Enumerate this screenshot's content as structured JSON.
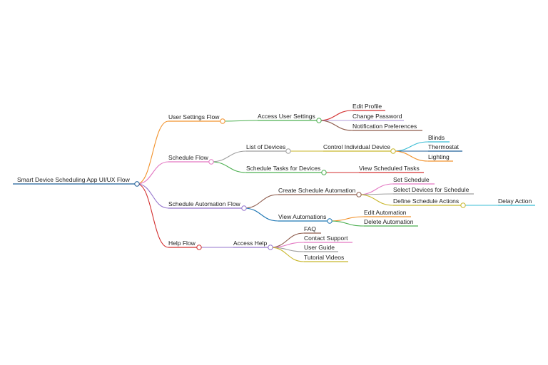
{
  "root": {
    "label": "Smart Device Scheduling App UI/UX Flow",
    "color": "#1f5f99",
    "children": [
      {
        "label": "User Settings Flow",
        "color": "#f2922c",
        "children": [
          {
            "label": "Access User Settings",
            "color": "#4caf50",
            "children": [
              {
                "label": "Edit Profile",
                "color": "#d32f2f"
              },
              {
                "label": "Change Password",
                "color": "#b39ddb"
              },
              {
                "label": "Notification Preferences",
                "color": "#8d5a4a"
              }
            ]
          }
        ]
      },
      {
        "label": "Schedule Flow",
        "color": "#e377c2",
        "children": [
          {
            "label": "List of Devices",
            "color": "#9e9e9e",
            "children": [
              {
                "label": "Control Individual Device",
                "color": "#c8b62a",
                "children": [
                  {
                    "label": "Blinds",
                    "color": "#38bcd4"
                  },
                  {
                    "label": "Thermostat",
                    "color": "#1f5f99"
                  },
                  {
                    "label": "Lighting",
                    "color": "#f2922c"
                  }
                ]
              }
            ]
          },
          {
            "label": "Schedule Tasks for Devices",
            "color": "#4caf50",
            "children": [
              {
                "label": "View Scheduled Tasks",
                "color": "#d32f2f"
              }
            ]
          }
        ]
      },
      {
        "label": "Schedule Automation Flow",
        "color": "#9575cd",
        "children": [
          {
            "label": "Create Schedule Automation",
            "color": "#8d5a4a",
            "children": [
              {
                "label": "Set Schedule",
                "color": "#e377c2"
              },
              {
                "label": "Select Devices for Schedule",
                "color": "#9e9e9e"
              },
              {
                "label": "Define Schedule Actions",
                "color": "#c8b62a",
                "children": [
                  {
                    "label": "Delay Action",
                    "color": "#38bcd4"
                  }
                ]
              }
            ]
          },
          {
            "label": "View Automations",
            "color": "#1f77b4",
            "children": [
              {
                "label": "Edit Automation",
                "color": "#f2922c"
              },
              {
                "label": "Delete Automation",
                "color": "#4caf50"
              }
            ]
          }
        ]
      },
      {
        "label": "Help Flow",
        "color": "#d32f2f",
        "children": [
          {
            "label": "Access Help",
            "color": "#9575cd",
            "children": [
              {
                "label": "FAQ",
                "color": "#8d5a4a"
              },
              {
                "label": "Contact Support",
                "color": "#e377c2"
              },
              {
                "label": "User Guide",
                "color": "#9e9e9e"
              },
              {
                "label": "Tutorial Videos",
                "color": "#c8b62a"
              }
            ]
          }
        ]
      }
    ]
  }
}
